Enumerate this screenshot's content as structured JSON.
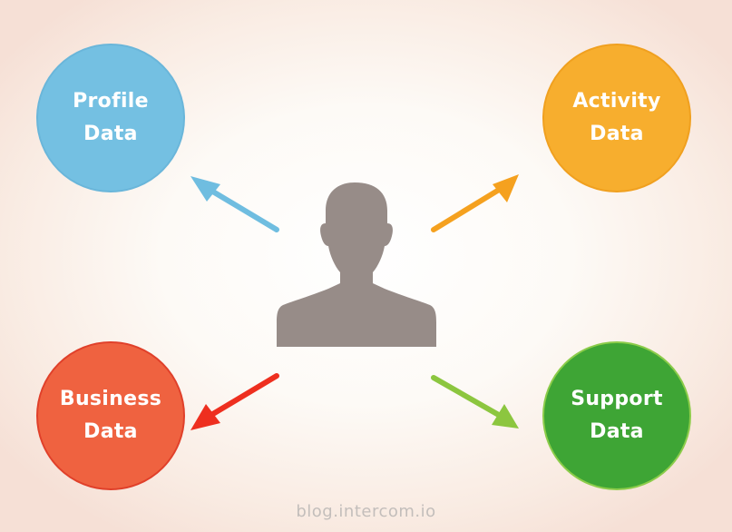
{
  "diagram": {
    "center": {
      "label": "user-silhouette",
      "color": "#978c88"
    },
    "nodes": [
      {
        "id": "profile",
        "line1": "Profile",
        "line2": "Data",
        "color": "#74c0e2",
        "border": "#6ab6da"
      },
      {
        "id": "activity",
        "line1": "Activity",
        "line2": "Data",
        "color": "#f7ae2e",
        "border": "#f0a01f"
      },
      {
        "id": "business",
        "line1": "Business",
        "line2": "Data",
        "color": "#ef6240",
        "border": "#e0402a"
      },
      {
        "id": "support",
        "line1": "Support",
        "line2": "Data",
        "color": "#3ea535",
        "border": "#8ccc4a"
      }
    ],
    "arrows": [
      {
        "to": "profile",
        "color": "#6fbde0"
      },
      {
        "to": "activity",
        "color": "#f5a11f"
      },
      {
        "to": "business",
        "color": "#ee2f1f"
      },
      {
        "to": "support",
        "color": "#8cc63f"
      }
    ]
  },
  "footer": {
    "watermark": "blog.intercom.io"
  }
}
